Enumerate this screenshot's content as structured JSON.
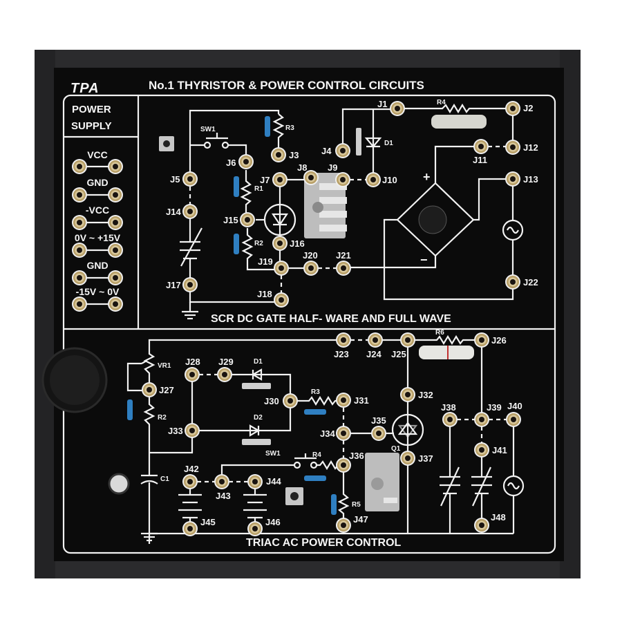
{
  "panel": {
    "brand": "TPA",
    "title": "No.1 THYRISTOR & POWER CONTROL CIRCUITS",
    "top_section_title": "SCR DC GATE HALF- WARE AND FULL WAVE",
    "bottom_section_title": "TRIAC AC POWER CONTROL"
  },
  "power_supply": {
    "heading_line1": "POWER",
    "heading_line2": "SUPPLY",
    "rails": [
      "VCC",
      "GND",
      "-VCC",
      "0V ~ +15V",
      "GND",
      "-15V ~ 0V"
    ]
  },
  "top_circuit": {
    "jacks": {
      "J1": "J1",
      "J2": "J2",
      "J3": "J3",
      "J4": "J4",
      "J5": "J5",
      "J6": "J6",
      "J7": "J7",
      "J8": "J8",
      "J9": "J9",
      "J10": "J10",
      "J11": "J11",
      "J12": "J12",
      "J13": "J13",
      "J14": "J14",
      "J15": "J15",
      "J16": "J16",
      "J17": "J17",
      "J18": "J18",
      "J19": "J19",
      "J20": "J20",
      "J21": "J21",
      "J22": "J22"
    },
    "components": {
      "SW1": "SW1",
      "R1": "R1",
      "R2": "R2",
      "R3": "R3",
      "R4": "R4",
      "D1": "D1",
      "plus": "+",
      "minus": "−"
    }
  },
  "bottom_circuit": {
    "jacks": {
      "J23": "J23",
      "J24": "J24",
      "J25": "J25",
      "J26": "J26",
      "J27": "J27",
      "J28": "J28",
      "J29": "J29",
      "J30": "J30",
      "J31": "J31",
      "J32": "J32",
      "J33": "J33",
      "J34": "J34",
      "J35": "J35",
      "J36": "J36",
      "J37": "J37",
      "J38": "J38",
      "J39": "J39",
      "J40": "J40",
      "J41": "J41",
      "J42": "J42",
      "J43": "J43",
      "J44": "J44",
      "J45": "J45",
      "J46": "J46",
      "J47": "J47",
      "J48": "J48"
    },
    "components": {
      "VR1": "VR1",
      "R2": "R2",
      "R3": "R3",
      "R4": "R4",
      "R5": "R5",
      "R6": "R6",
      "D1": "D1",
      "D2": "D2",
      "C1": "C1",
      "SW1": "SW1",
      "Q1": "Q1"
    }
  },
  "colors": {
    "panel": "#0b0b0b",
    "case": "#2b2b2d",
    "trace": "#f2f2f2",
    "jack_ring": "#c9b27c",
    "resistor": "#2f7fc1"
  }
}
